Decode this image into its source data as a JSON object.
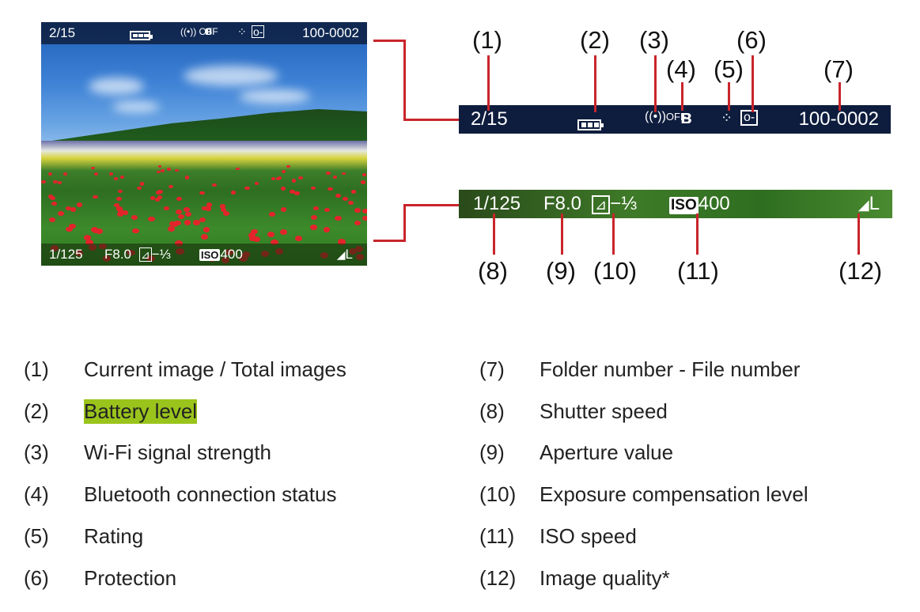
{
  "display": {
    "image_number": "2/15",
    "folder_file": "100-0002",
    "shutter": "1/125",
    "aperture": "F8.0",
    "exposure_comp": "−⅓",
    "iso_badge": "ISO",
    "iso_value": "400",
    "quality": "L",
    "wifi_off": "OFF",
    "bluetooth_glyph": "ʙ"
  },
  "callouts": [
    "(1)",
    "(2)",
    "(3)",
    "(4)",
    "(5)",
    "(6)",
    "(7)",
    "(8)",
    "(9)",
    "(10)",
    "(11)",
    "(12)"
  ],
  "legend": {
    "left": [
      {
        "num": "(1)",
        "text": "Current image / Total images"
      },
      {
        "num": "(2)",
        "text": "Battery level",
        "highlight": true
      },
      {
        "num": "(3)",
        "text": "Wi-Fi signal strength"
      },
      {
        "num": "(4)",
        "text": "Bluetooth connection status"
      },
      {
        "num": "(5)",
        "text": "Rating"
      },
      {
        "num": "(6)",
        "text": "Protection"
      }
    ],
    "right": [
      {
        "num": "(7)",
        "text": "Folder number - File number"
      },
      {
        "num": "(8)",
        "text": "Shutter speed"
      },
      {
        "num": "(9)",
        "text": "Aperture value"
      },
      {
        "num": "(10)",
        "text": "Exposure compensation level"
      },
      {
        "num": "(11)",
        "text": "ISO speed"
      },
      {
        "num": "(12)",
        "text": "Image quality*"
      }
    ]
  },
  "colors": {
    "callout_line": "#c8252a",
    "highlight": "#9ac41c"
  }
}
